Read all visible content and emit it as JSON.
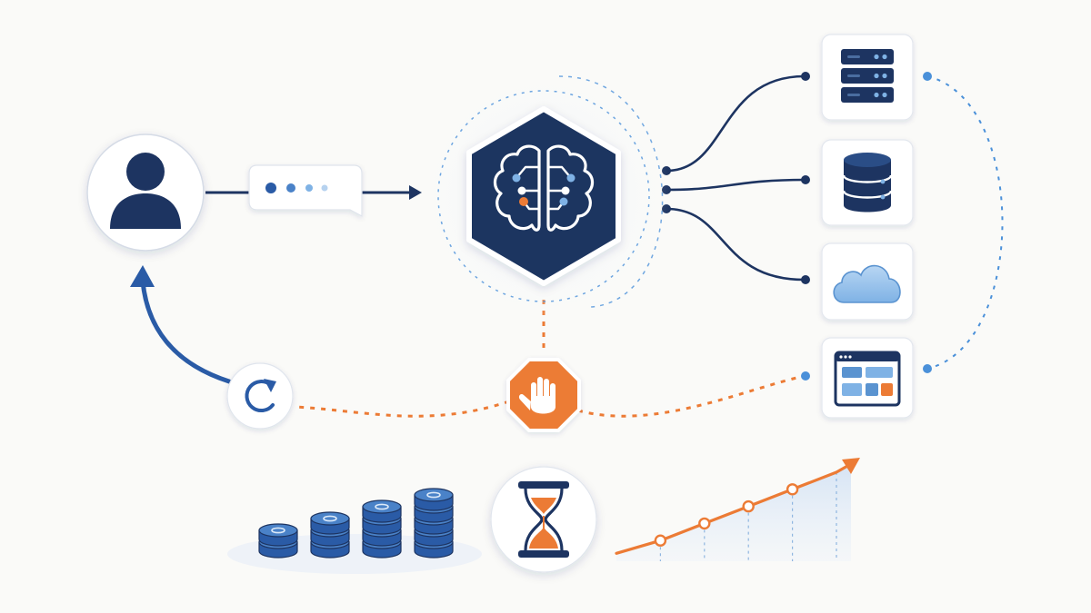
{
  "colors": {
    "navy": "#1d3461",
    "blue": "#3d6fbf",
    "light_blue": "#7fb2e5",
    "orange": "#ec7b35",
    "card_border": "#e3e7ee",
    "background": "#fafaf8"
  },
  "nodes": {
    "user": {
      "icon": "user-icon"
    },
    "message": {
      "icon": "typing-dots-icon"
    },
    "agent": {
      "icon": "brain-circuit-icon"
    },
    "tools": [
      {
        "icon": "server-icon"
      },
      {
        "icon": "database-icon"
      },
      {
        "icon": "cloud-icon"
      },
      {
        "icon": "app-window-icon"
      }
    ],
    "loop": {
      "icon": "refresh-icon"
    },
    "stop": {
      "icon": "stop-hand-icon"
    },
    "time": {
      "icon": "hourglass-icon"
    },
    "cost": {
      "icon": "coin-stacks-icon",
      "stacks": [
        2,
        3,
        4,
        5
      ]
    },
    "growth": {
      "icon": "trend-up-icon",
      "values": [
        0.05,
        0.2,
        0.4,
        0.6,
        0.8,
        1.0
      ]
    }
  }
}
